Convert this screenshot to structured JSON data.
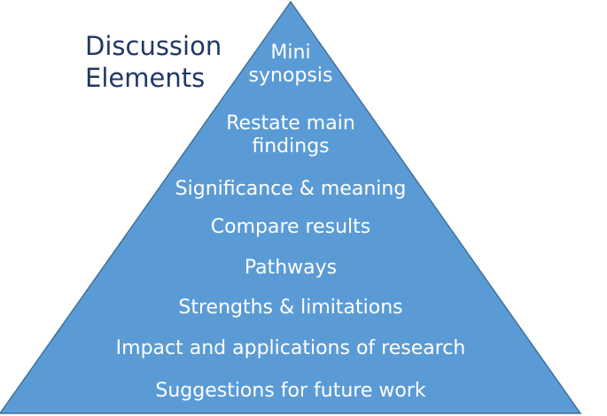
{
  "title": {
    "line1": "Discussion",
    "line2": "Elements"
  },
  "pyramid": {
    "fill": "#5b9bd5",
    "stroke": "#41719c",
    "levels": [
      {
        "lines": [
          "Mini",
          "synopsis"
        ]
      },
      {
        "lines": [
          "Restate main",
          "findings"
        ]
      },
      {
        "lines": [
          "Significance & meaning"
        ]
      },
      {
        "lines": [
          "Compare results"
        ]
      },
      {
        "lines": [
          "Pathways"
        ]
      },
      {
        "lines": [
          "Strengths & limitations"
        ]
      },
      {
        "lines": [
          "Impact and applications of research"
        ]
      },
      {
        "lines": [
          "Suggestions for future work"
        ]
      }
    ]
  }
}
